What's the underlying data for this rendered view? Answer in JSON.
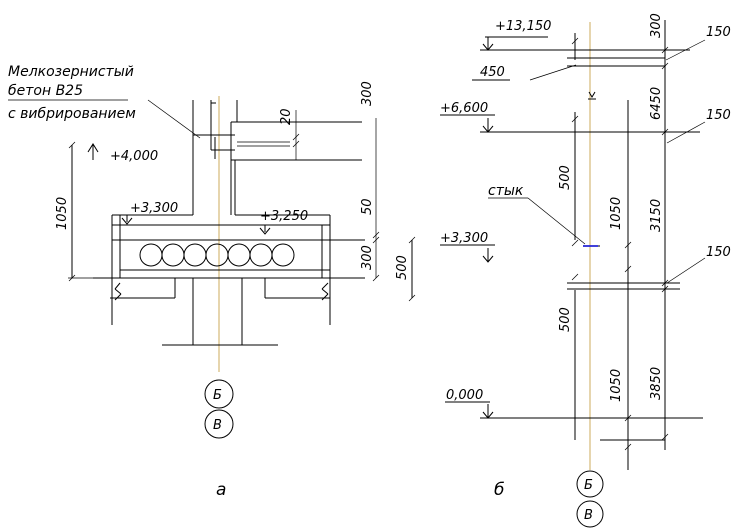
{
  "drawing_a": {
    "note_line1": "Мелкозернистый",
    "note_line2": "бетон В25",
    "note_line3": "с вибрированием",
    "elev_4000": "+4,000",
    "elev_3300": "+3,300",
    "elev_3250": "+3,250",
    "dim_1050": "1050",
    "dim_300_top": "300",
    "dim_20": "20",
    "dim_50": "50",
    "dim_300_slab": "300",
    "dim_500": "500",
    "axis_1": "Б",
    "axis_2": "В",
    "caption": "а"
  },
  "drawing_b": {
    "elev_13150": "+13,150",
    "elev_6600": "+6,600",
    "elev_3300": "+3,300",
    "elev_0000": "0,000",
    "dim_450": "450",
    "dim_300": "300",
    "dim_6450": "6450",
    "dim_500_top": "500",
    "dim_1050_mid": "1050",
    "dim_3150": "3150",
    "dim_500_bot": "500",
    "dim_1050_bot": "1050",
    "dim_3850": "3850",
    "label_150_1": "150",
    "label_150_2": "150",
    "label_150_3": "150",
    "joint_label": "стык",
    "axis_1": "Б",
    "axis_2": "В",
    "caption": "б"
  }
}
